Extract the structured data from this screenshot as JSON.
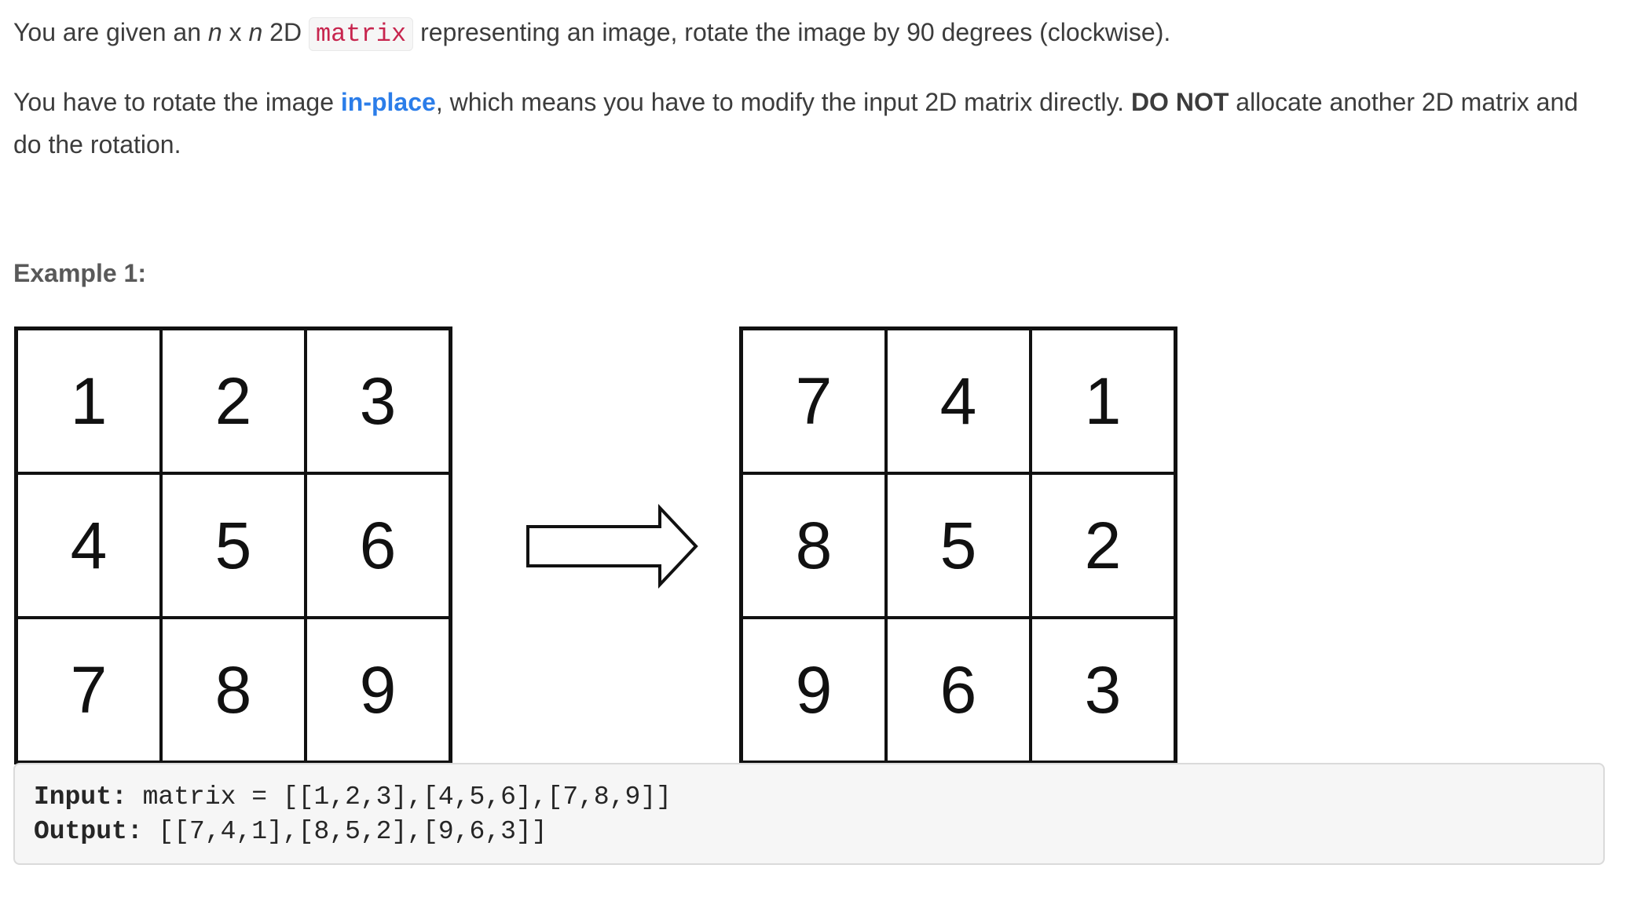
{
  "problem": {
    "p1_before": "You are given an ",
    "p1_n1": "n",
    "p1_x": " x ",
    "p1_n2": "n",
    "p1_mid": " 2D ",
    "p1_code": "matrix",
    "p1_after": " representing an image, rotate the image by 90 degrees (clockwise).",
    "p2_before": "You have to rotate the image ",
    "p2_link": "in-place",
    "p2_mid": ", which means you have to modify the input 2D matrix directly. ",
    "p2_strong": "DO NOT",
    "p2_after": " allocate another 2D matrix and do the rotation."
  },
  "example": {
    "title": "Example 1:",
    "input_matrix": [
      [
        "1",
        "2",
        "3"
      ],
      [
        "4",
        "5",
        "6"
      ],
      [
        "7",
        "8",
        "9"
      ]
    ],
    "output_matrix": [
      [
        "7",
        "4",
        "1"
      ],
      [
        "8",
        "5",
        "2"
      ],
      [
        "9",
        "6",
        "3"
      ]
    ],
    "input_label": "Input:",
    "input_value": " matrix = [[1,2,3],[4,5,6],[7,8,9]]",
    "output_label": "Output:",
    "output_value": " [[7,4,1],[8,5,2],[9,6,3]]"
  },
  "icons": {
    "arrow": "right-arrow-outline-icon"
  },
  "colors": {
    "link": "#2b7de9",
    "inline_code": "#c7254e",
    "code_bg": "#f6f6f6"
  }
}
